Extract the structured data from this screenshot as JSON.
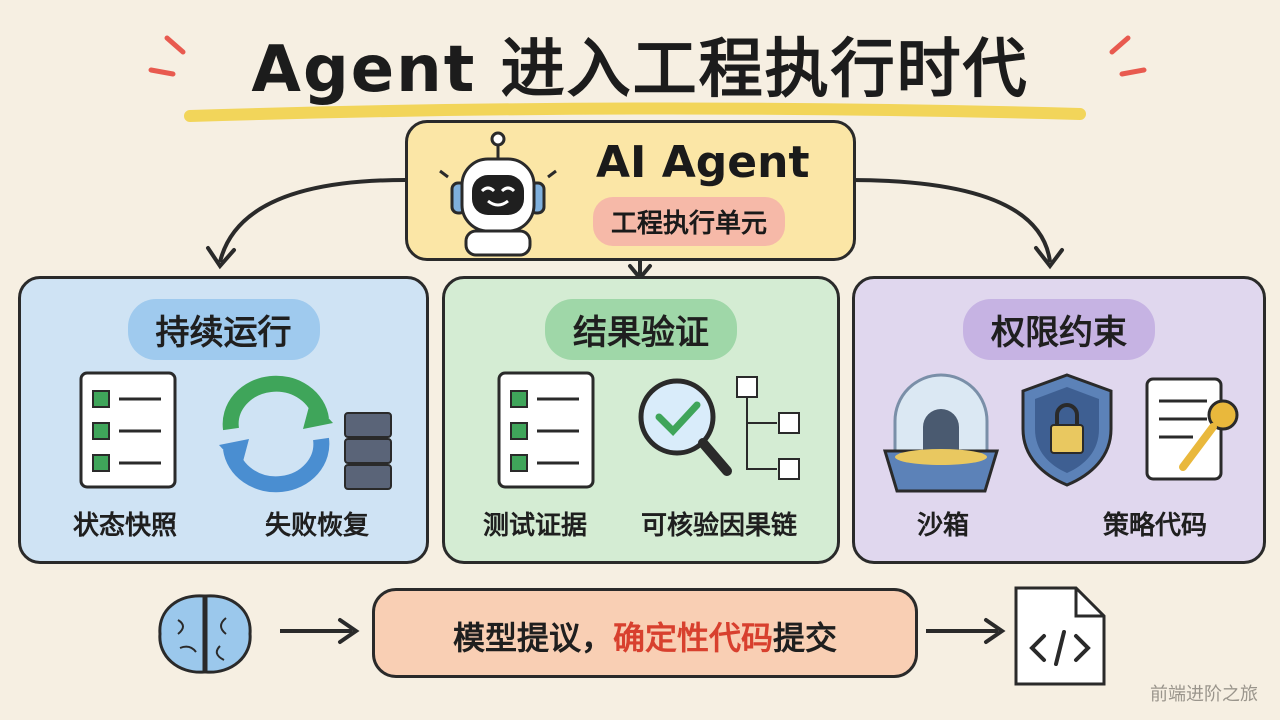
{
  "title": "Agent 进入工程执行时代",
  "center": {
    "title": "AI Agent",
    "subtitle": "工程执行单元"
  },
  "panels": [
    {
      "title": "持续运行",
      "items": [
        "状态快照",
        "失败恢复"
      ]
    },
    {
      "title": "结果验证",
      "items": [
        "测试证据",
        "可核验因果链"
      ]
    },
    {
      "title": "权限约束",
      "items": [
        "沙箱",
        "策略代码"
      ]
    }
  ],
  "bottom": {
    "before": "模型提议，",
    "highlight": "确定性代码",
    "after": "提交"
  },
  "watermark": "前端进阶之旅",
  "colors": {
    "accent_red": "#d8402e",
    "blue_panel": "#cfe3f4",
    "green_panel": "#d4ecd3",
    "purple_panel": "#e0d7ee",
    "center_box": "#fbe6a6",
    "bottom_box": "#f9cfb4"
  }
}
